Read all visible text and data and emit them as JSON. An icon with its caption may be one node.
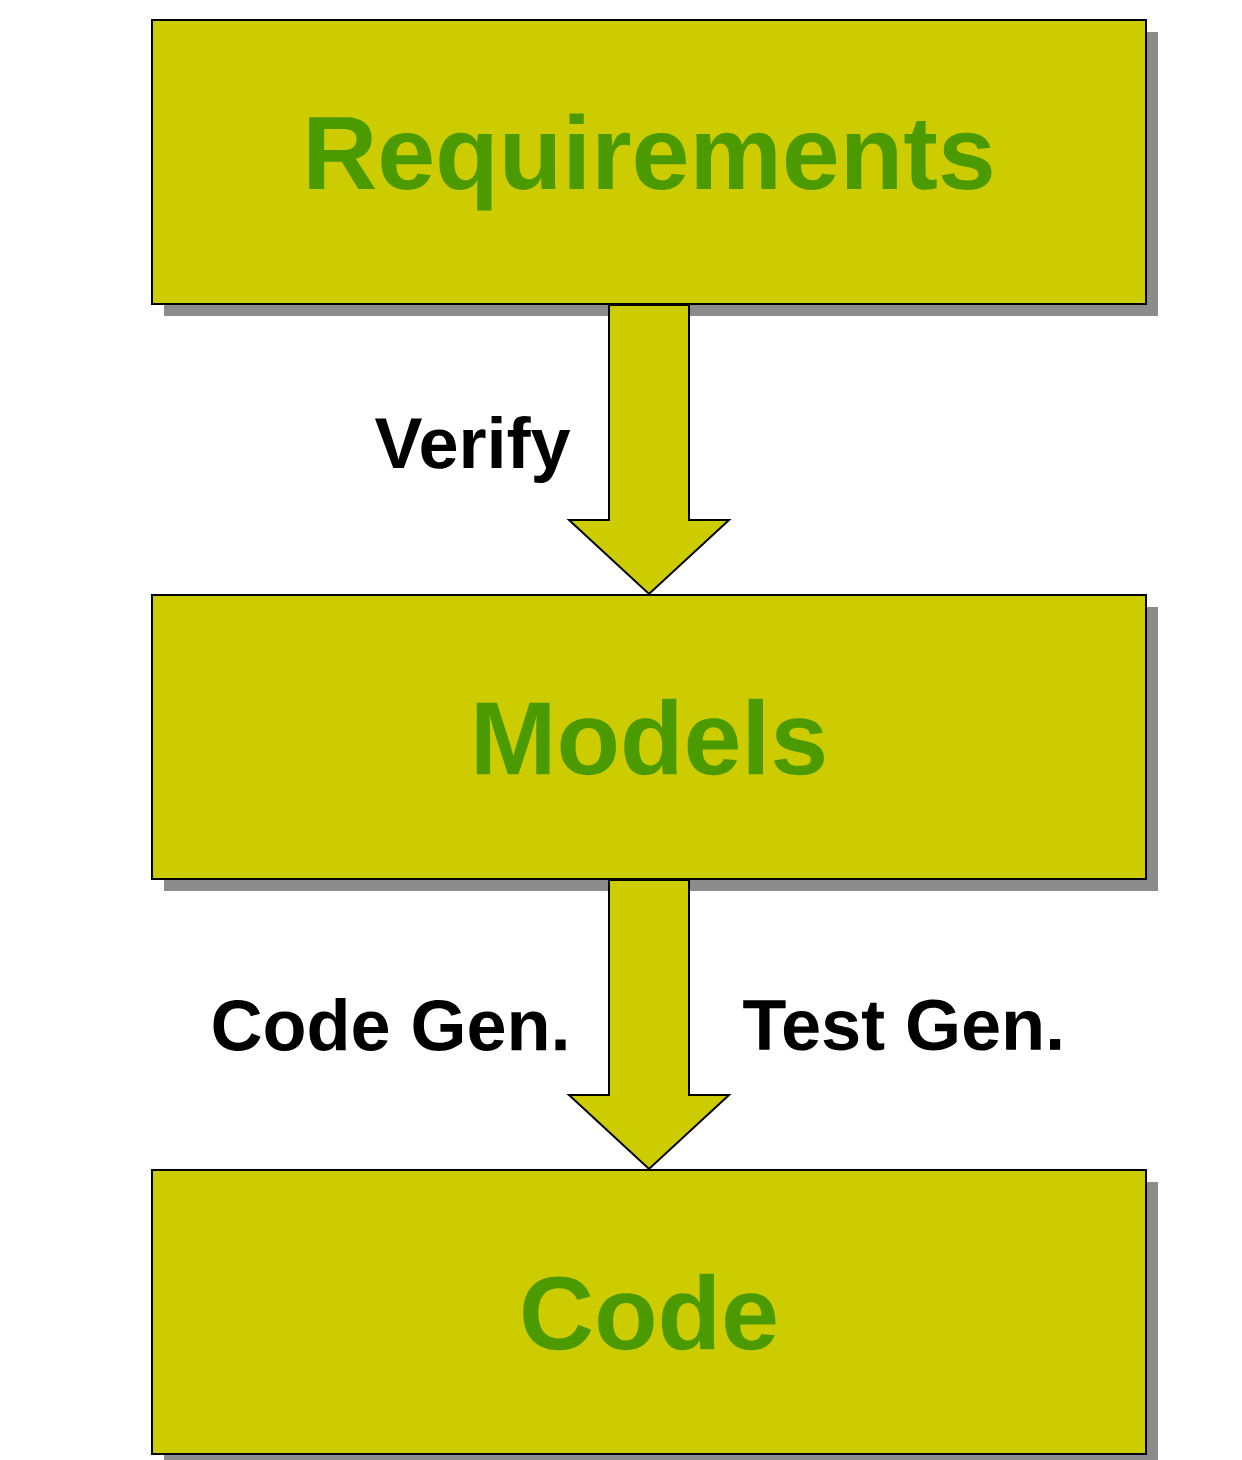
{
  "diagram": {
    "nodes": [
      {
        "text": [
          "Requirements"
        ]
      },
      {
        "text": [
          "Models"
        ]
      },
      {
        "text": [
          "Code"
        ]
      }
    ],
    "edges": [
      {
        "from": 0,
        "to": 1,
        "arrow": "to",
        "label": "Verify"
      },
      {
        "from": 1,
        "to": 2,
        "arrow": "to",
        "label": "Code Gen."
      }
    ],
    "labels": [
      "Test Gen."
    ]
  }
}
